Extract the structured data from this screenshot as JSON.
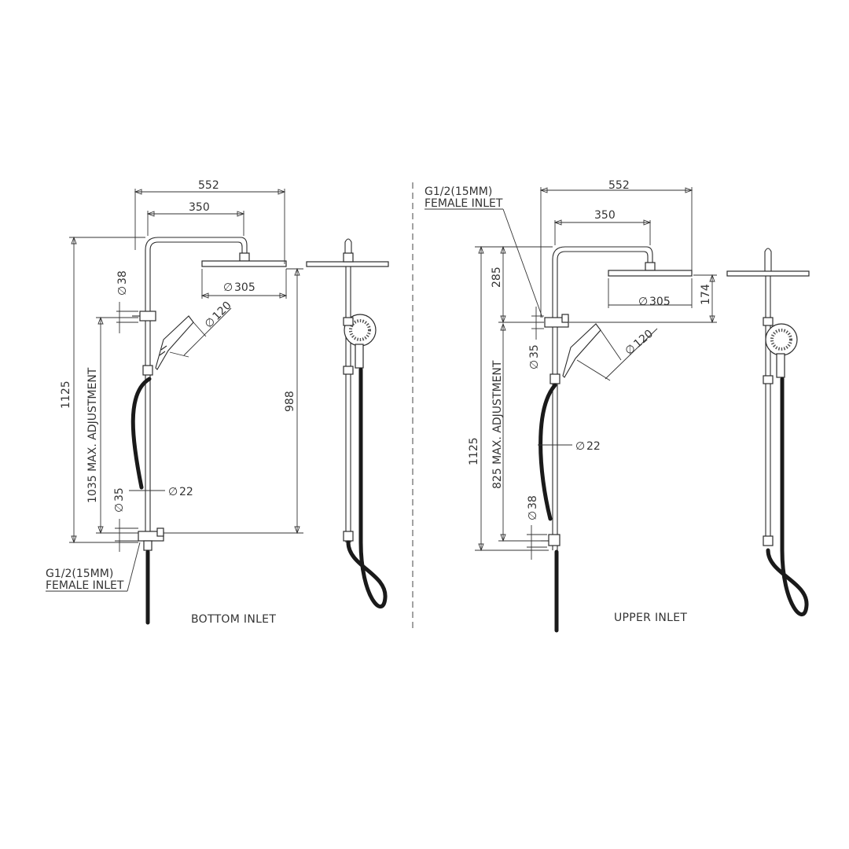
{
  "diameter_symbol": "∅",
  "left": {
    "width_total": "552",
    "width_arm": "350",
    "head_diameter": "305",
    "hand_diameter": "120",
    "dia_38": "38",
    "dia_35": "35",
    "dia_22": "22",
    "height_total": "1125",
    "height_rail": "988",
    "adjustment": "1035 MAX. ADJUSTMENT",
    "inlet_line1": "G1/2(15MM)",
    "inlet_line2": "FEMALE INLET",
    "caption": "BOTTOM INLET"
  },
  "right": {
    "width_total": "552",
    "width_arm": "350",
    "head_diameter": "305",
    "hand_diameter": "120",
    "dia_35": "35",
    "dia_22": "22",
    "dia_38": "38",
    "height_total": "1125",
    "height_upper": "285",
    "height_head": "174",
    "adjustment": "825 MAX. ADJUSTMENT",
    "inlet_line1": "G1/2(15MM)",
    "inlet_line2": "FEMALE INLET",
    "caption": "UPPER INLET"
  }
}
